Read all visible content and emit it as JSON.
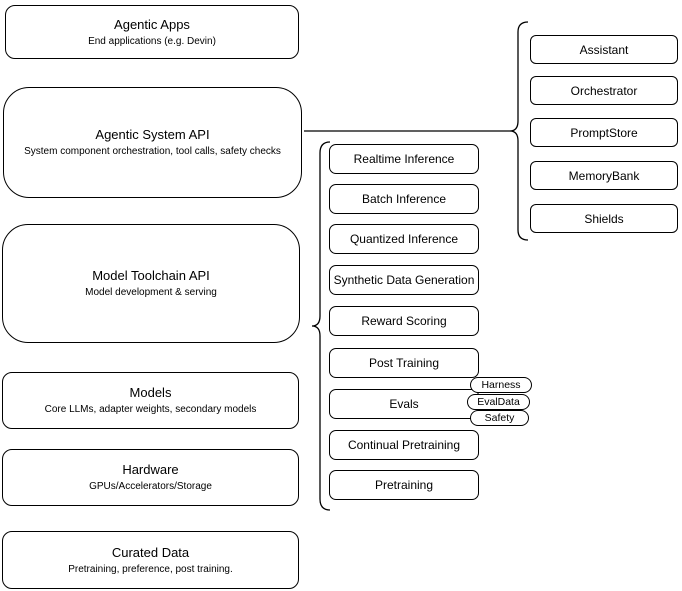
{
  "diagram": {
    "colors": {
      "stroke": "#000000",
      "background": "#ffffff",
      "text": "#000000"
    },
    "stack_column": {
      "boxes": [
        {
          "title": "Agentic Apps",
          "subtitle": "End applications (e.g. Devin)"
        },
        {
          "title": "Agentic System API",
          "subtitle": "System component orchestration, tool calls, safety checks"
        },
        {
          "title": "Model Toolchain API",
          "subtitle": "Model development & serving"
        },
        {
          "title": "Models",
          "subtitle": "Core LLMs, adapter weights, secondary models"
        },
        {
          "title": "Hardware",
          "subtitle": "GPUs/Accelerators/Storage"
        },
        {
          "title": "Curated Data",
          "subtitle": "Pretraining, preference, post training."
        }
      ]
    },
    "toolchain_column": {
      "boxes": [
        {
          "label": "Realtime Inference"
        },
        {
          "label": "Batch Inference"
        },
        {
          "label": "Quantized Inference"
        },
        {
          "label": "Synthetic Data Generation"
        },
        {
          "label": "Reward Scoring"
        },
        {
          "label": "Post Training"
        },
        {
          "label": "Evals"
        },
        {
          "label": "Continual Pretraining"
        },
        {
          "label": "Pretraining"
        }
      ]
    },
    "system_components_column": {
      "boxes": [
        {
          "label": "Assistant"
        },
        {
          "label": "Orchestrator"
        },
        {
          "label": "PromptStore"
        },
        {
          "label": "MemoryBank"
        },
        {
          "label": "Shields"
        }
      ]
    },
    "eval_tags": [
      {
        "label": "Harness"
      },
      {
        "label": "EvalData"
      },
      {
        "label": "Safety"
      }
    ]
  }
}
